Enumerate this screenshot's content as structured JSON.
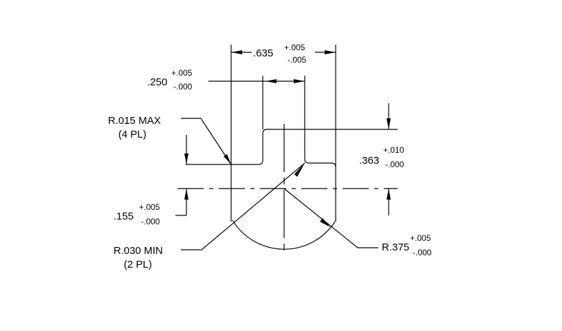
{
  "drawing": {
    "dimensions": {
      "overall_width": {
        "value": ".635",
        "plus": "+.005",
        "minus": "-.005"
      },
      "slot_width": {
        "value": ".250",
        "plus": "+.005",
        "minus": "-.000"
      },
      "slot_depth": {
        "value": ".363",
        "plus": "+.010",
        "minus": "-.000"
      },
      "step_height": {
        "value": ".155",
        "plus": "+.005",
        "minus": "-.000"
      },
      "end_radius": {
        "value": "R.375",
        "plus": "+.005",
        "minus": "-.000"
      }
    },
    "notes": {
      "corner_radius_max": {
        "line1": "R.015  MAX",
        "line2": "(4 PL)"
      },
      "corner_radius_min": {
        "line1": "R.030  MIN",
        "line2": "(2 PL)"
      }
    }
  }
}
